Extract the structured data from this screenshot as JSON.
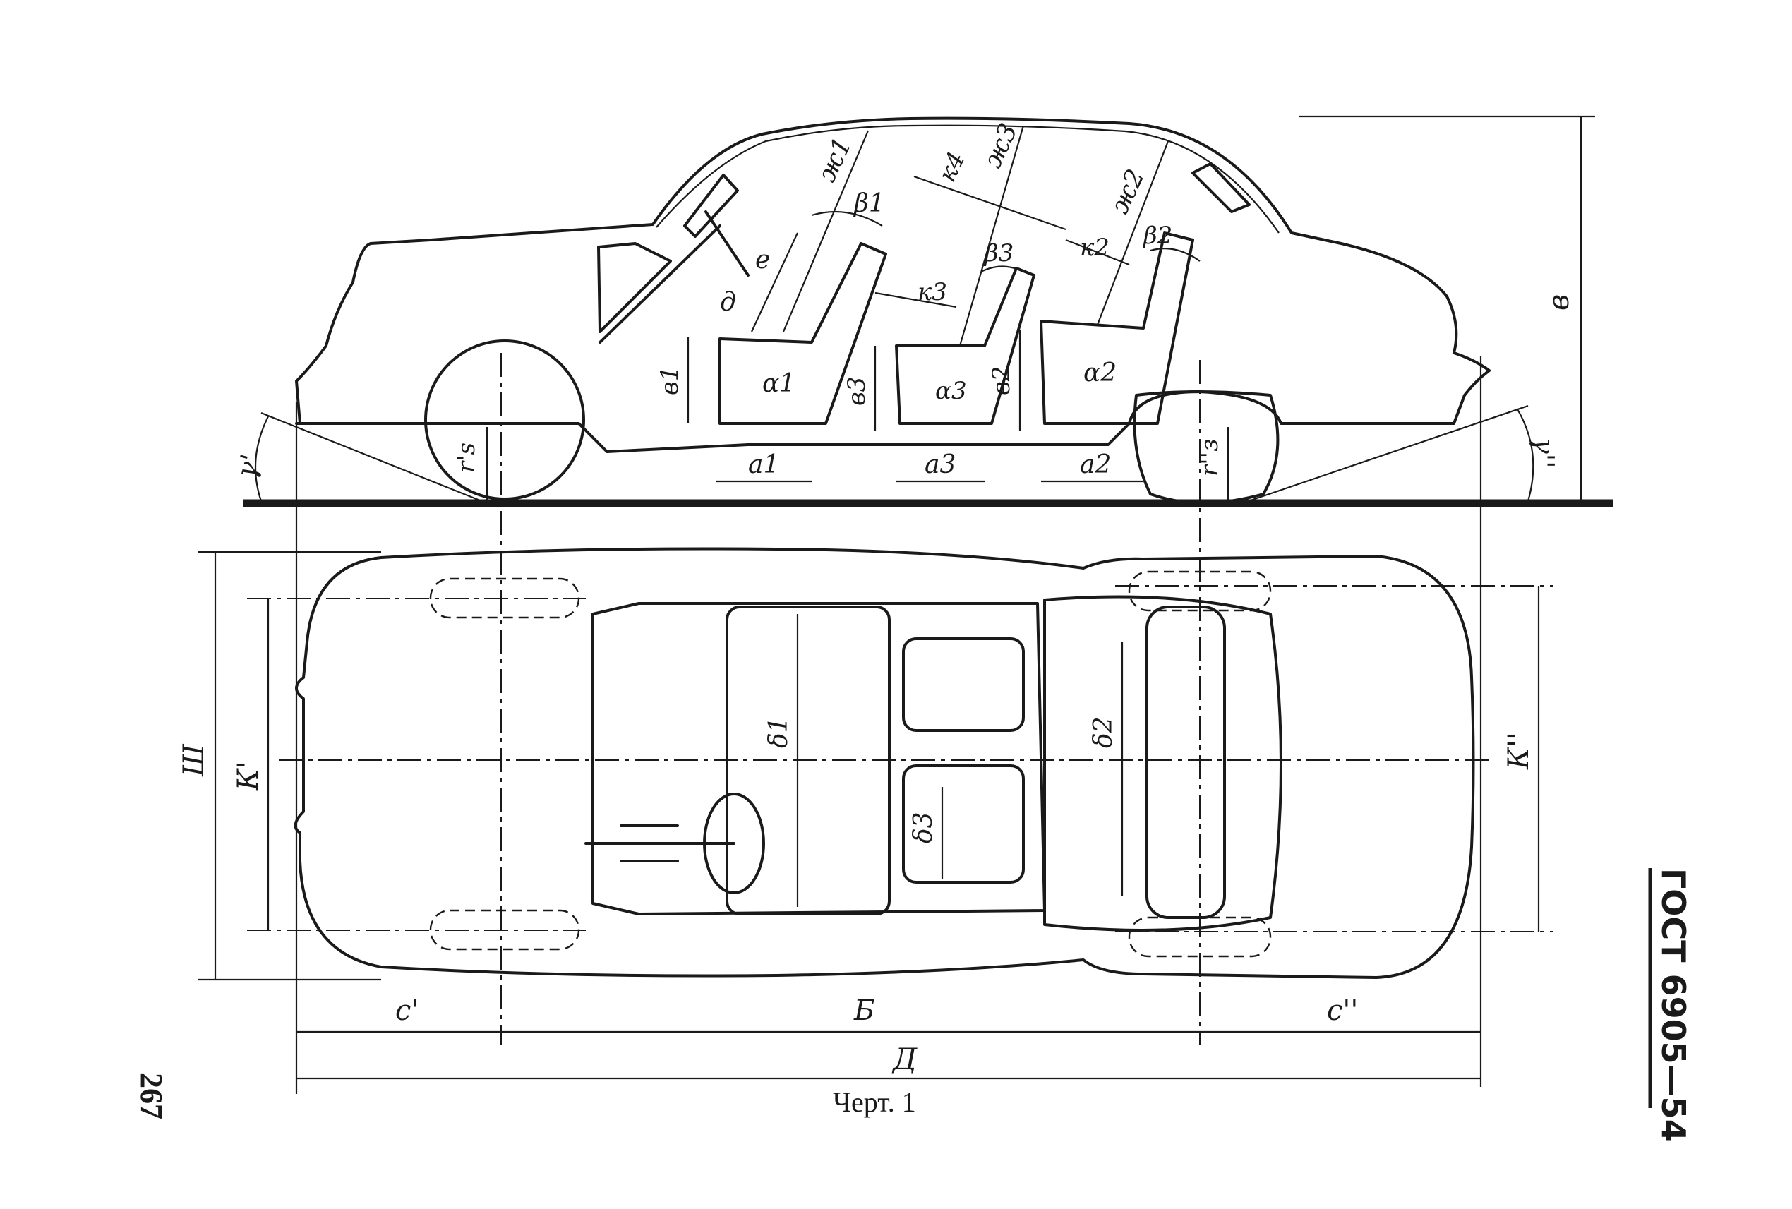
{
  "page": {
    "page_number": "267",
    "caption": "Черт. 1",
    "standard": "ГОСТ 6905—54"
  },
  "side_view_labels": {
    "zh1": "ж1",
    "zh2": "ж2",
    "zh3": "ж3",
    "k2": "к2",
    "k3": "к3",
    "k4": "к4",
    "beta1": "β1",
    "beta2": "β2",
    "beta3": "β3",
    "alpha1": "α1",
    "alpha2": "α2",
    "alpha3": "α3",
    "e": "е",
    "d": "д",
    "v_total": "в",
    "v1": "в1",
    "v2": "в2",
    "v3": "в3",
    "a1": "а1",
    "a2": "а2",
    "a3": "а3",
    "rs1": "r's",
    "rz2": "r''з",
    "gamma1": "γ'",
    "gamma2": "γ''"
  },
  "plan_view_labels": {
    "width": "Ш",
    "k1": "К'",
    "k2": "К''",
    "delta1": "δ1",
    "delta2": "δ2",
    "delta3": "δ3",
    "c1": "с'",
    "c2": "с''",
    "base": "Б",
    "length": "Д"
  }
}
